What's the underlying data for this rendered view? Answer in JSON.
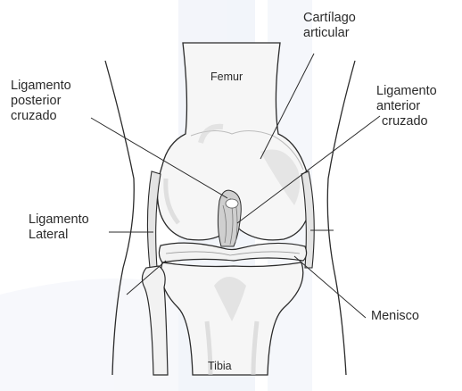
{
  "labels": {
    "femur": "Femur",
    "tibia": "Tibia",
    "cartilage": [
      "Cartílago",
      "articular"
    ],
    "posterior_ligament": [
      "Ligamento",
      "posterior",
      "cruzado"
    ],
    "anterior_ligament": [
      "Ligamento",
      "anterior",
      "cruzado"
    ],
    "lateral_ligament": [
      "Ligamento",
      "Lateral"
    ],
    "meniscus": "Menisco"
  },
  "colors": {
    "line": "#2b2b2b",
    "bone_fill": "#f6f6f6",
    "shade": "#c9c9c9",
    "watermark": "#e9edf6"
  }
}
